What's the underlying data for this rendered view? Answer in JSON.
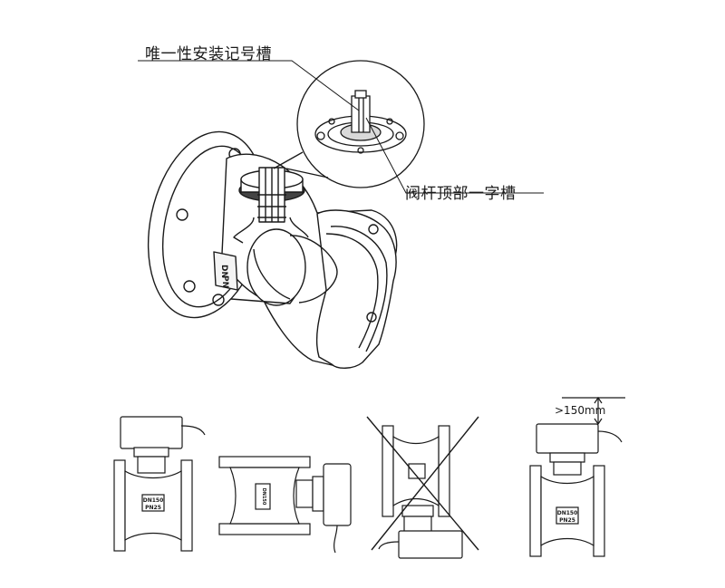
{
  "callouts": {
    "unique_groove": "唯一性安装记号槽",
    "stem_slot": "阀杆顶部一字槽"
  },
  "dimension": {
    "clearance": ">150mm"
  },
  "nameplate": {
    "dn": "DN150",
    "pn": "PN25",
    "main_dn": "DN",
    "main_pn": "PN"
  },
  "colors": {
    "line": "#1a1a1a",
    "fill": "#ffffff",
    "shade": "#e6e6e6"
  }
}
